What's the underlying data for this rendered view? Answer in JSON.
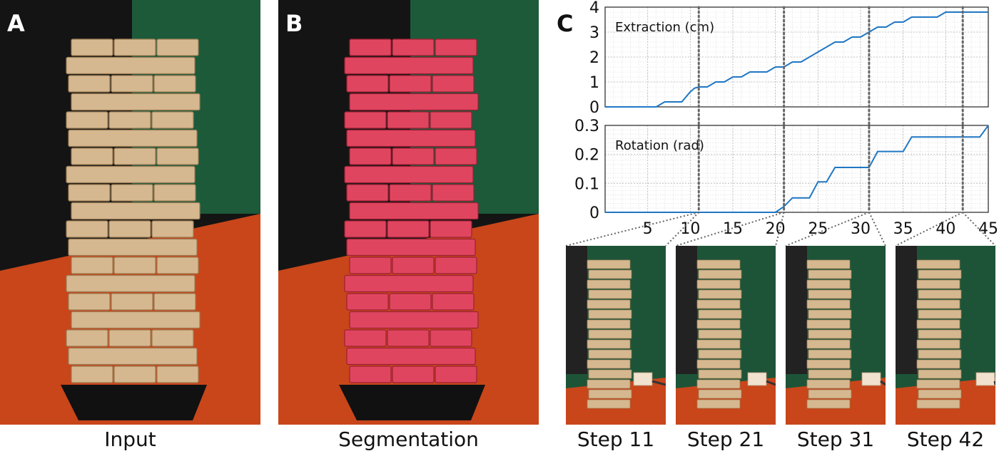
{
  "panels": {
    "a": {
      "letter": "A",
      "caption": "Input"
    },
    "b": {
      "letter": "B",
      "caption": "Segmentation"
    },
    "c": {
      "letter": "C"
    }
  },
  "steps": [
    {
      "caption": "Step 11",
      "step": 11
    },
    {
      "caption": "Step 21",
      "step": 21
    },
    {
      "caption": "Step 31",
      "step": 31
    },
    {
      "caption": "Step 42",
      "step": 42
    }
  ],
  "colors": {
    "line": "#1f77c4",
    "wood": "#d6b890",
    "segmentation": "#e0455f",
    "table": "#c8461a",
    "background_green": "#1c5a3a"
  },
  "chart_data": [
    {
      "type": "line",
      "label": "Extraction (cm)",
      "x": [
        0,
        1,
        2,
        3,
        4,
        5,
        6,
        7,
        8,
        9,
        10,
        10.5,
        11,
        12,
        13,
        14,
        15,
        16,
        17,
        18,
        19,
        20,
        21,
        22,
        23,
        24,
        25,
        26,
        27,
        28,
        29,
        30,
        31,
        32,
        33,
        34,
        35,
        36,
        37,
        38,
        39,
        40,
        41,
        42,
        43,
        44,
        45
      ],
      "y": [
        0,
        0,
        0,
        0,
        0,
        0,
        0,
        0.2,
        0.2,
        0.2,
        0.6,
        0.75,
        0.8,
        0.8,
        1.0,
        1.0,
        1.2,
        1.2,
        1.4,
        1.4,
        1.4,
        1.6,
        1.6,
        1.8,
        1.8,
        2.0,
        2.2,
        2.4,
        2.6,
        2.6,
        2.8,
        2.8,
        3.0,
        3.2,
        3.2,
        3.4,
        3.4,
        3.6,
        3.6,
        3.6,
        3.6,
        3.8,
        3.8,
        3.8,
        3.8,
        3.8,
        3.8
      ],
      "xlim": [
        0,
        45
      ],
      "ylim": [
        0,
        4
      ],
      "yticks": [
        "0",
        "1",
        "2",
        "3",
        "4"
      ],
      "grid": true
    },
    {
      "type": "line",
      "label": "Rotation (rad)",
      "x": [
        0,
        1,
        2,
        3,
        4,
        5,
        6,
        7,
        8,
        9,
        10,
        11,
        12,
        13,
        14,
        15,
        16,
        17,
        18,
        19,
        20,
        21,
        22,
        23,
        24,
        25,
        26,
        27,
        28,
        29,
        30,
        31,
        32,
        33,
        34,
        35,
        36,
        37,
        38,
        39,
        40,
        41,
        42,
        43,
        44,
        45
      ],
      "y": [
        0,
        0,
        0,
        0,
        0,
        0,
        0,
        0,
        0,
        0,
        0,
        0,
        0,
        0,
        0,
        0,
        0,
        0,
        0,
        0,
        0,
        0.02,
        0.05,
        0.05,
        0.05,
        0.105,
        0.105,
        0.155,
        0.155,
        0.155,
        0.155,
        0.155,
        0.21,
        0.21,
        0.21,
        0.21,
        0.26,
        0.26,
        0.26,
        0.26,
        0.26,
        0.26,
        0.26,
        0.26,
        0.26,
        0.3
      ],
      "xlim": [
        0,
        45
      ],
      "ylim": [
        0,
        0.3
      ],
      "yticks": [
        "0",
        "0.1",
        "0.2",
        "0.3"
      ],
      "xticks": [
        "5",
        "10",
        "15",
        "20",
        "25",
        "30",
        "35",
        "40",
        "45"
      ],
      "grid": true
    }
  ]
}
